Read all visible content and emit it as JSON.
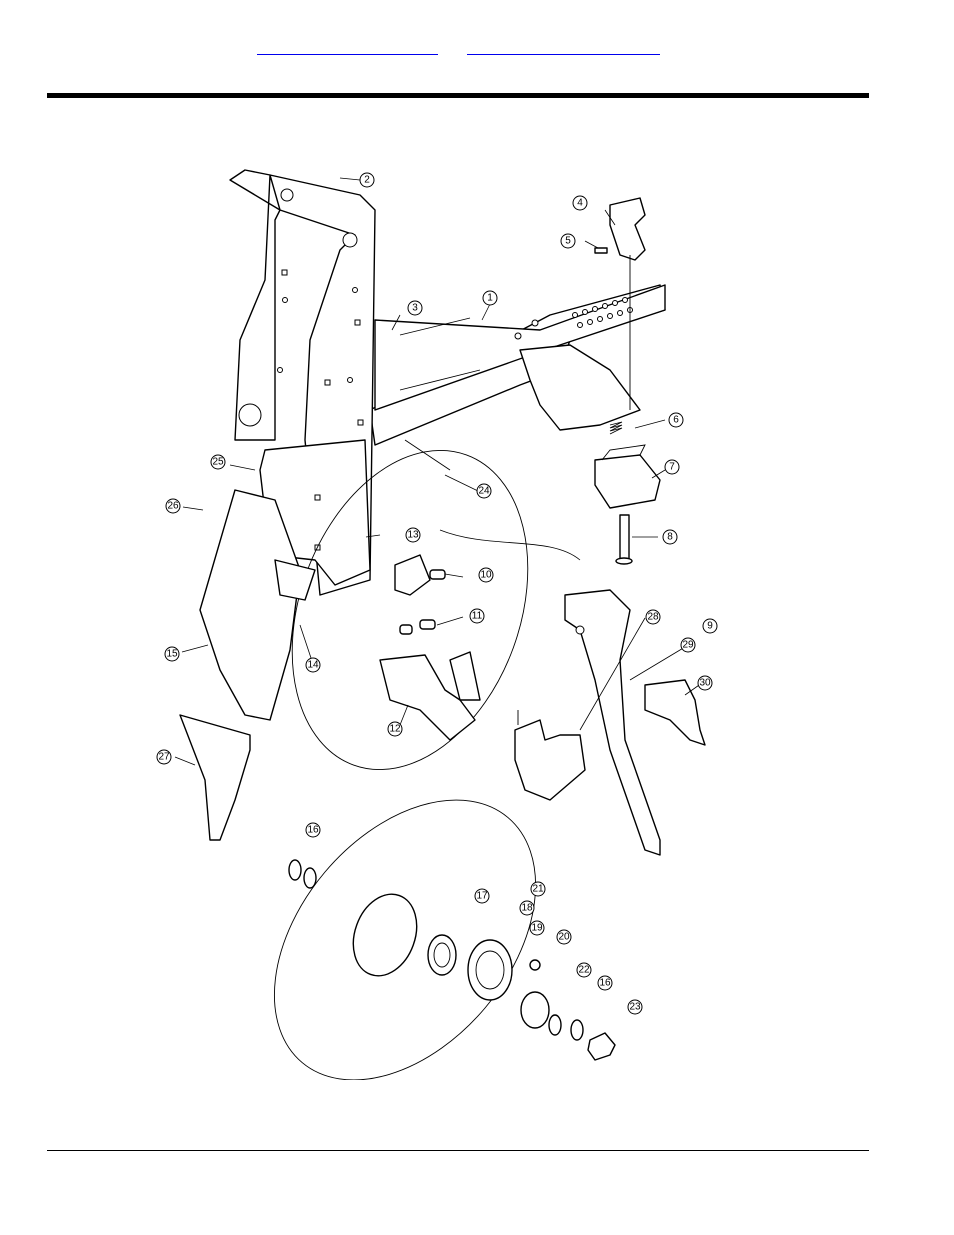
{
  "header": {
    "links": [
      {
        "label": ""
      },
      {
        "label": ""
      }
    ]
  },
  "diagram": {
    "callouts": [
      {
        "n": "1"
      },
      {
        "n": "2"
      },
      {
        "n": "3"
      },
      {
        "n": "4"
      },
      {
        "n": "5"
      },
      {
        "n": "6"
      },
      {
        "n": "7"
      },
      {
        "n": "8"
      },
      {
        "n": "9"
      },
      {
        "n": "10"
      },
      {
        "n": "11"
      },
      {
        "n": "12"
      },
      {
        "n": "13"
      },
      {
        "n": "14"
      },
      {
        "n": "15"
      },
      {
        "n": "16"
      },
      {
        "n": "16"
      },
      {
        "n": "17"
      },
      {
        "n": "18"
      },
      {
        "n": "19"
      },
      {
        "n": "20"
      },
      {
        "n": "21"
      },
      {
        "n": "22"
      },
      {
        "n": "23"
      },
      {
        "n": "24"
      },
      {
        "n": "25"
      },
      {
        "n": "26"
      },
      {
        "n": "27"
      },
      {
        "n": "28"
      },
      {
        "n": "29"
      },
      {
        "n": "30"
      }
    ]
  },
  "colors": {
    "link": "#0000ee",
    "line": "#000000",
    "background": "#ffffff"
  }
}
